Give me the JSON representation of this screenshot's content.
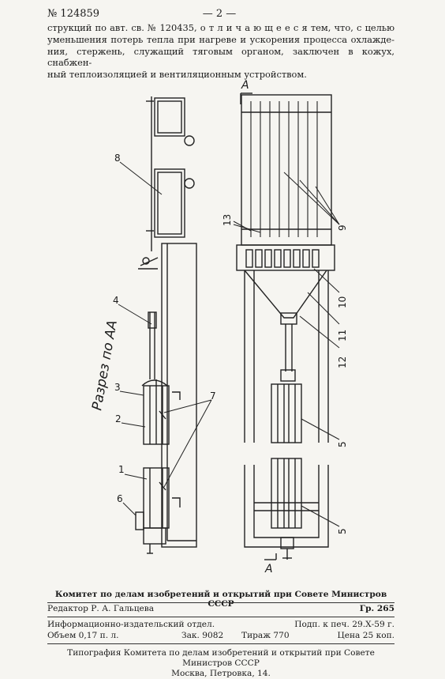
{
  "header": {
    "patent_number": "№ 124859",
    "page": "— 2 —"
  },
  "paragraph": [
    "струкций по авт. св. № 120435, о т л и ч а ю щ е е с я  тем, что, с целью",
    "уменьшения потерь тепла при нагреве и ускорения процесса охлажде-",
    "ния, стержень, служащий тяговым органом, заключен в кожух, снабжен-",
    "ный теплоизоляцией и вентиляционным устройством."
  ],
  "figure": {
    "section_label": "Разрез по АА",
    "section_marks": [
      "А",
      "А"
    ],
    "numbers": [
      "8",
      "4",
      "3",
      "2",
      "7",
      "1",
      "6",
      "13",
      "9",
      "10",
      "11",
      "12",
      "5",
      "5"
    ]
  },
  "footer": {
    "committee": "Комитет по делам изобретений и открытий при Совете Министров СССР",
    "editor": "Редактор Р. А. Гальцева",
    "group": "Гр. 265",
    "department": "Информационно-издательский отдел.",
    "signed": "Подп. к печ. 29.Х-59 г.",
    "volume": "Объем 0,17 п. л.",
    "order": "Зак. 9082",
    "circulation": "Тираж 770",
    "price": "Цена 25 коп.",
    "printing_line1": "Типография Комитета по делам изобретений и открытий при Совете Министров СССР",
    "printing_line2": "Москва, Петровка, 14."
  }
}
